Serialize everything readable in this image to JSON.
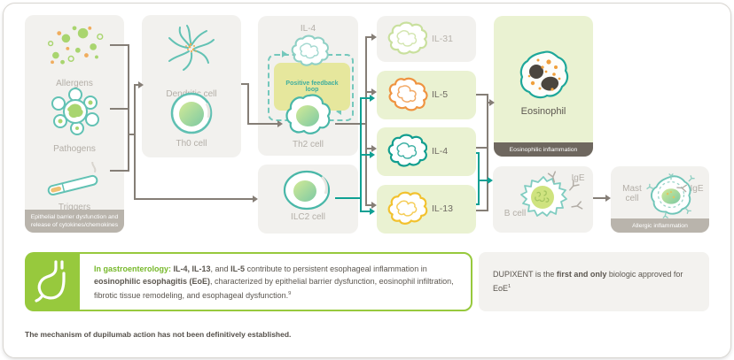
{
  "diagram": {
    "sources": {
      "items": [
        {
          "label": "Allergens"
        },
        {
          "label": "Pathogens"
        },
        {
          "label": "Triggers"
        }
      ],
      "caption": "Epithelial barrier dysfunction and release of cytokines/chemokines"
    },
    "apc": {
      "dendritic_label": "Dendritic cell",
      "th0_label": "Th0 cell"
    },
    "th2": {
      "il4_label": "IL-4",
      "loop_label": "Positive feedback loop",
      "cell_label": "Th2 cell"
    },
    "ilc2": {
      "cell_label": "ILC2 cell"
    },
    "cytokines": [
      {
        "label": "IL-31",
        "color": "#c9e09e",
        "highlighted": false
      },
      {
        "label": "IL-5",
        "color": "#ef9340",
        "highlighted": true
      },
      {
        "label": "IL-4",
        "color": "#129e8f",
        "highlighted": true
      },
      {
        "label": "IL-13",
        "color": "#f2c12e",
        "highlighted": true
      }
    ],
    "eosinophil": {
      "label": "Eosinophil",
      "caption": "Eosinophilic inflammation"
    },
    "bcell": {
      "label": "B cell",
      "ige_label": "IgE"
    },
    "mast": {
      "label": "Mast cell",
      "ige_label": "IgE",
      "caption": "Allergic inflammation"
    }
  },
  "callout": {
    "segments": [
      {
        "t": "In gastroenterology: ",
        "b": true,
        "c": "#76b82a"
      },
      {
        "t": "IL-4, IL-13",
        "b": true
      },
      {
        "t": ", and "
      },
      {
        "t": "IL-5",
        "b": true
      },
      {
        "t": " contribute to persistent esophageal inflammation in "
      },
      {
        "t": "eosinophilic esophagitis (EoE)",
        "b": true
      },
      {
        "t": ", characterized by epithelial barrier dysfunction, eosinophil infiltration, fibrotic tissue remodeling, and esophageal dysfunction."
      },
      {
        "t": "9",
        "sup": true
      }
    ]
  },
  "dupixent": {
    "segments": [
      {
        "t": "DUPIXENT is the "
      },
      {
        "t": "first and only",
        "b": true
      },
      {
        "t": " biologic approved for EoE"
      },
      {
        "t": "1",
        "sup": true
      }
    ]
  },
  "footnote": "The mechanism of dupilumab action has not been definitively established.",
  "colors": {
    "teal_arrow": "#0fa093",
    "gray_arrow": "#857e76",
    "teal_dashed": "#74c8bc",
    "green_brand": "#97c93d",
    "green_text": "#76b82a",
    "il31": "#c9e09e",
    "il5": "#ef9340",
    "il4": "#129e8f",
    "il13": "#f2c12e",
    "cell_outline_teal": "#5fc0b2",
    "highlight_bg": "#eaf2d2",
    "panel_bg": "#f2f1ee",
    "caption_dark": "#6e675f",
    "caption_gray": "#b9b4ac",
    "loop_fill": "#e6e79d"
  }
}
